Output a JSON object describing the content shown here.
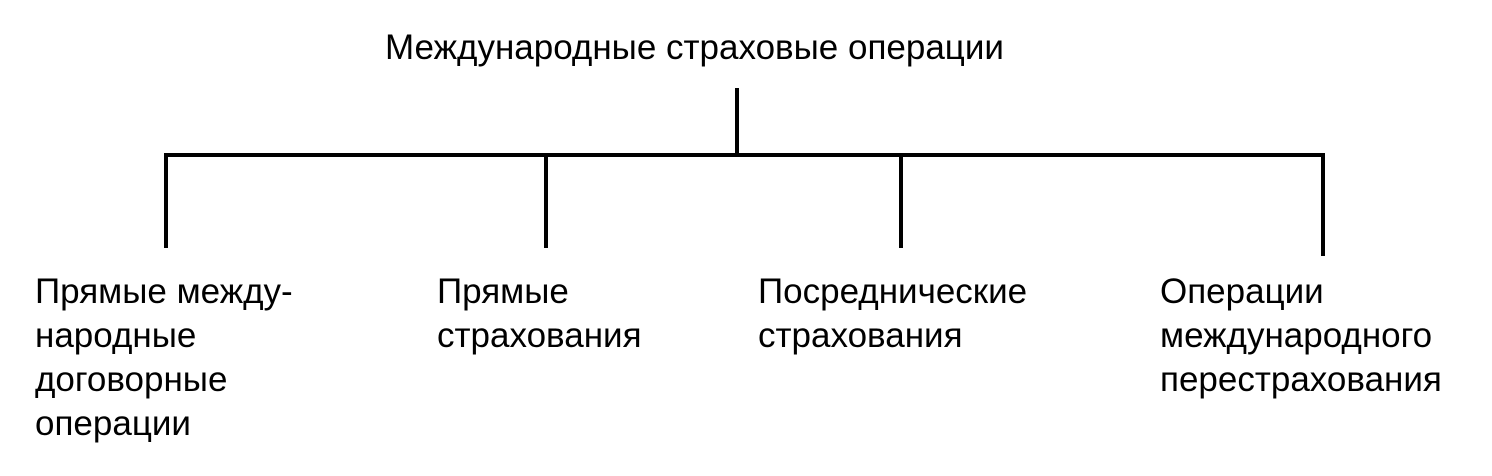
{
  "diagram": {
    "root": {
      "label": "Международные страховые операции"
    },
    "children": [
      {
        "lines": [
          "Прямые между-",
          "народные",
          "договорные",
          "операции"
        ]
      },
      {
        "lines": [
          "Прямые",
          "страхования"
        ]
      },
      {
        "lines": [
          "Посреднические",
          "страхования"
        ]
      },
      {
        "lines": [
          "Операции",
          "международного",
          "перестрахования"
        ]
      }
    ]
  }
}
